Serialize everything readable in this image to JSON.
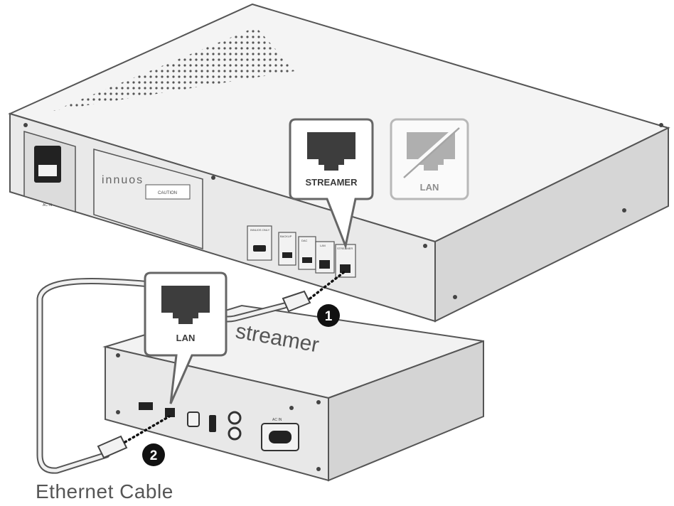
{
  "callouts": {
    "streamer_label": "STREAMER",
    "lan_disabled_label": "LAN",
    "lan_label": "LAN"
  },
  "device_top": {
    "brand": "innuos",
    "caution": "CAUTION",
    "port_labels": [
      "INNUOS ONLY",
      "BACKUP",
      "DAC",
      "LAN",
      "STREAMER"
    ],
    "power_label": "AC IN"
  },
  "device_bottom": {
    "brand": "streamer",
    "power_label": "AC IN"
  },
  "steps": [
    "1",
    "2"
  ],
  "caption": "Ethernet Cable"
}
